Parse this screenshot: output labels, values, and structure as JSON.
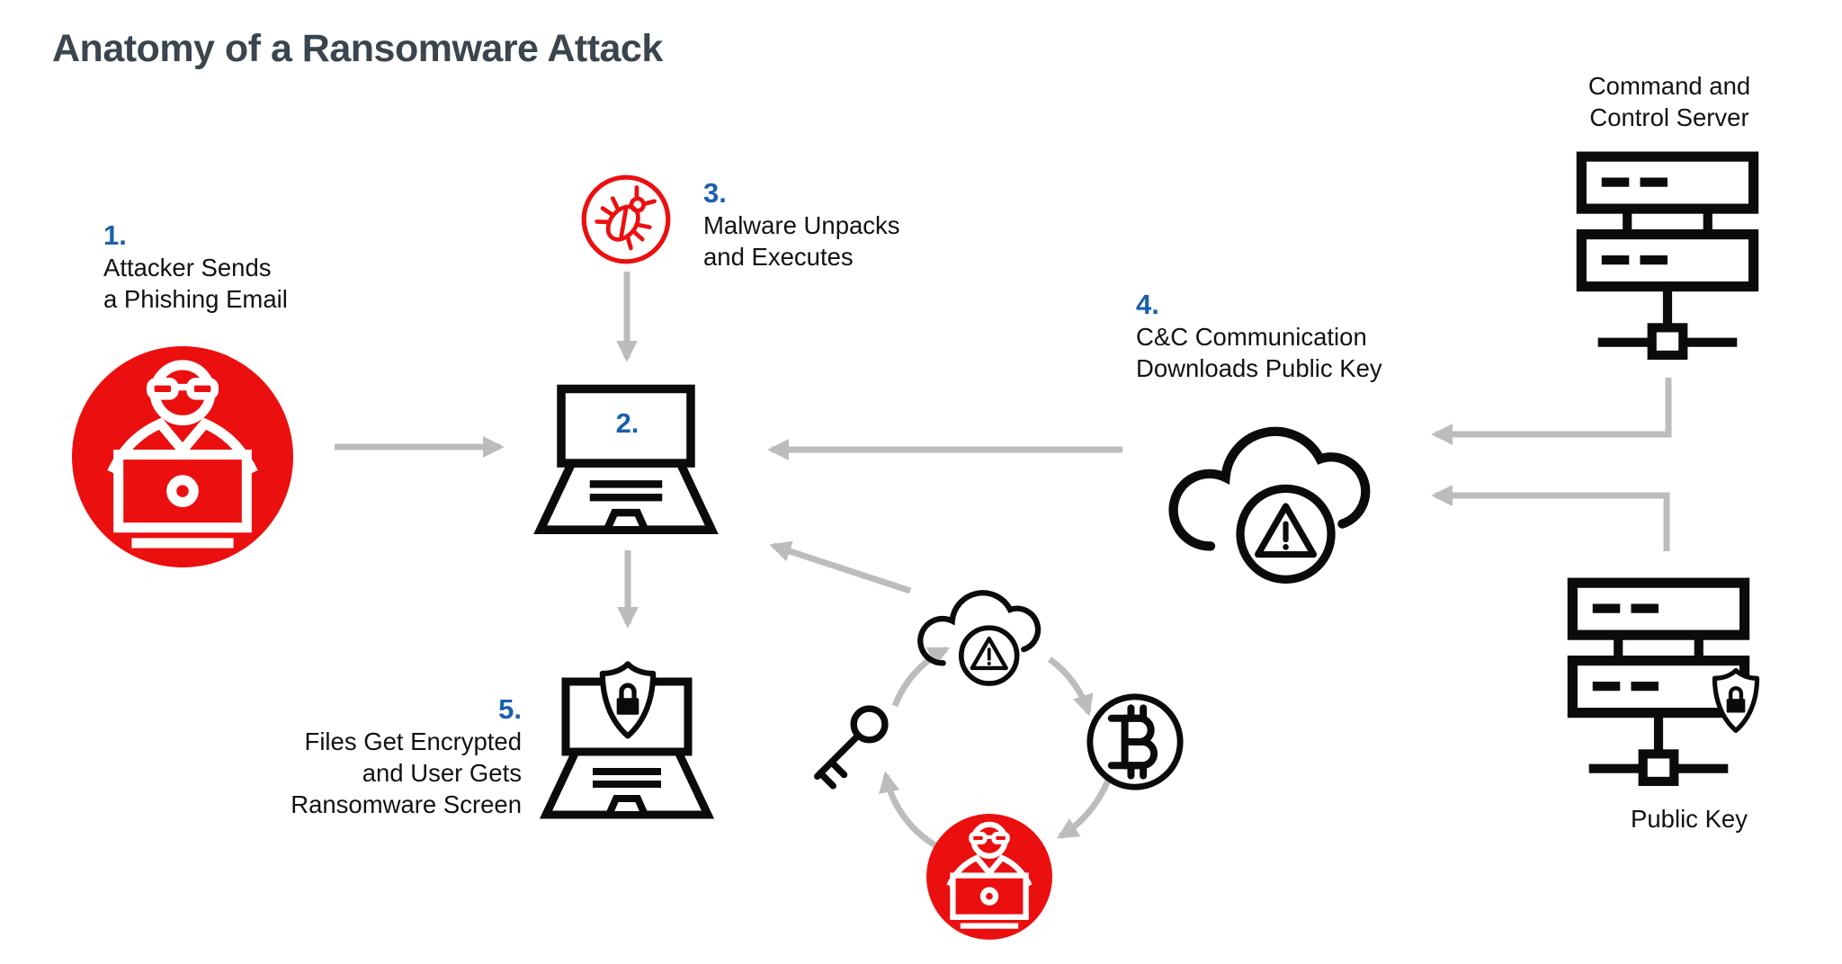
{
  "title": "Anatomy of a Ransomware Attack",
  "colors": {
    "red": "#ec0f0f",
    "blue": "#1a5fad",
    "heading": "#3a454e",
    "text": "#121212",
    "arrow": "#bcbcbc",
    "icon": "#0b0b0b"
  },
  "steps": {
    "s1": {
      "number": "1.",
      "lines": [
        "Attacker Sends",
        "a Phishing Email"
      ],
      "icon": "hacker-at-laptop-icon"
    },
    "s2": {
      "number": "2.",
      "icon": "laptop-icon"
    },
    "s3": {
      "number": "3.",
      "lines": [
        "Malware Unpacks",
        "and Executes"
      ],
      "icon": "bug-icon"
    },
    "s4": {
      "number": "4.",
      "lines": [
        "C&C Communication",
        "Downloads Public Key"
      ],
      "icon": "cloud-warning-icon"
    },
    "s5": {
      "number": "5.",
      "lines": [
        "Files Get Encrypted",
        "and User Gets",
        "Ransomware Screen"
      ],
      "icon": "laptop-shield-lock-icon"
    }
  },
  "nodes": {
    "cc_server": {
      "lines": [
        "Command and",
        "Control Server"
      ],
      "icon": "server-icon"
    },
    "public_key": {
      "label": "Public Key",
      "icon": "server-shield-lock-icon"
    },
    "ransom_cycle": {
      "icons": [
        "cloud-warning-icon",
        "bitcoin-icon",
        "hacker-at-laptop-icon",
        "key-icon"
      ]
    }
  }
}
